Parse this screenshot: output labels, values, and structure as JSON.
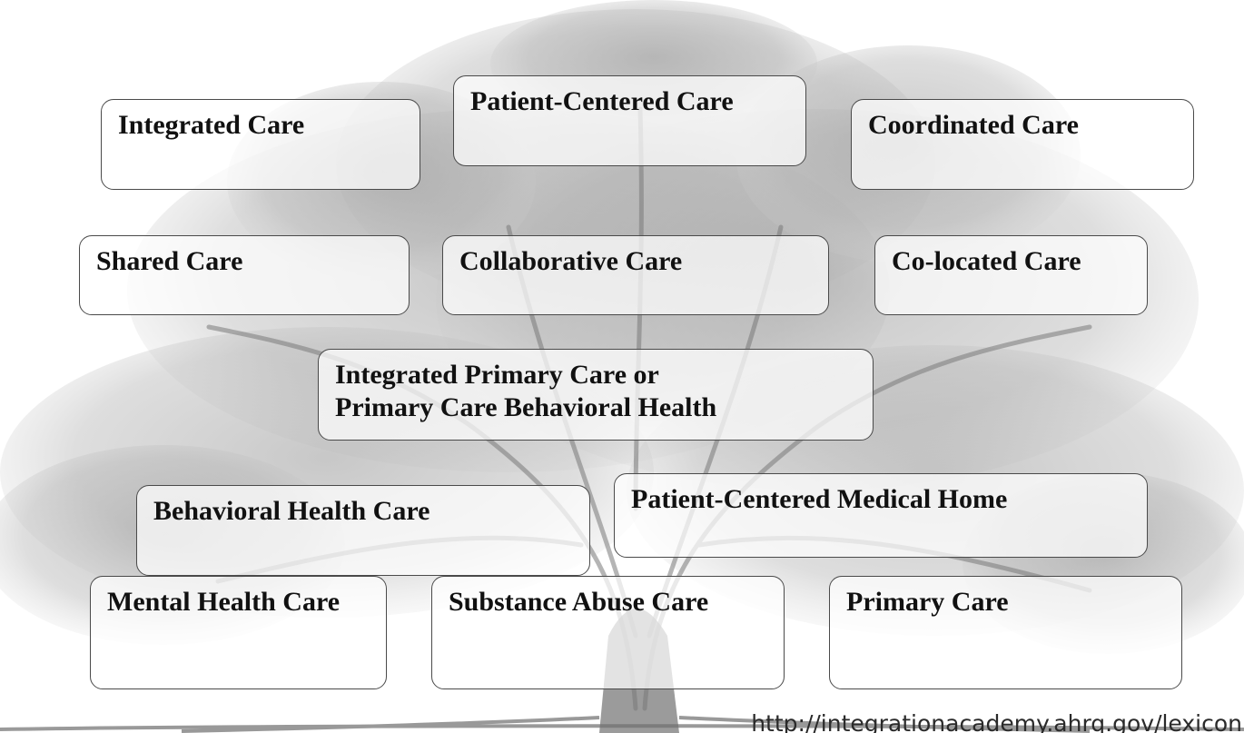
{
  "terms": {
    "integrated_care": "Integrated Care",
    "patient_centered_care": "Patient-Centered Care",
    "coordinated_care": "Coordinated Care",
    "shared_care": "Shared Care",
    "collaborative_care": "Collaborative Care",
    "co_located_care": "Co-located Care",
    "integrated_primary_care_line1": "Integrated Primary Care or",
    "integrated_primary_care_line2": "Primary Care Behavioral Health",
    "behavioral_health_care": "Behavioral Health Care",
    "patient_centered_medical_home": "Patient-Centered Medical Home",
    "mental_health_care": "Mental Health Care",
    "substance_abuse_care": "Substance Abuse Care",
    "primary_care": "Primary Care"
  },
  "source_url": "http://integrationacademy.ahrq.gov/lexicon",
  "colors": {
    "box_border": "#4a4a4a",
    "text": "#111111",
    "tree_foliage": "#8a8a8a",
    "tree_trunk": "#6f6f6f"
  }
}
